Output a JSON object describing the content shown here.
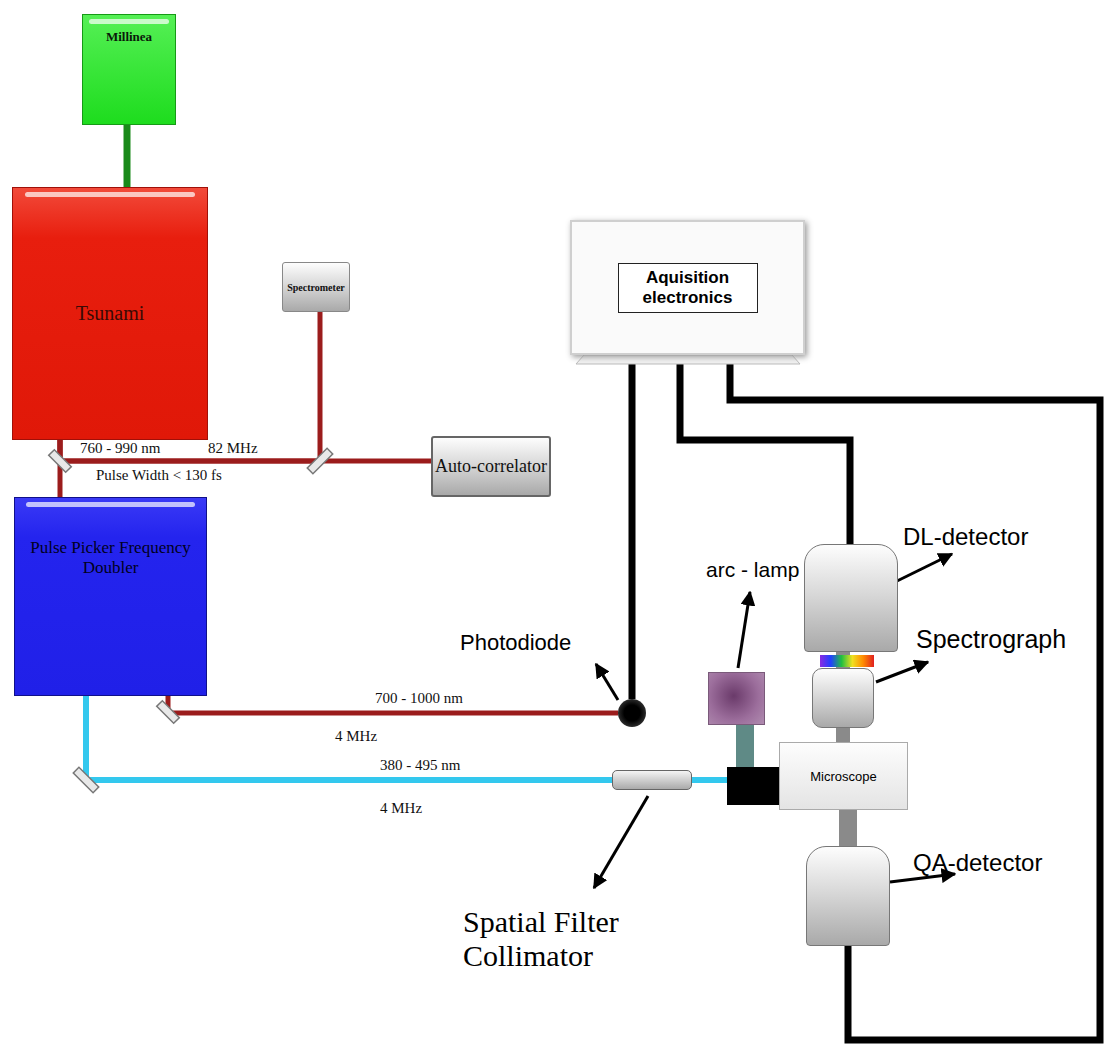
{
  "diagram": {
    "nodes": [
      {
        "text": [
          "Millinea"
        ]
      },
      {
        "text": [
          "Tsunami"
        ]
      },
      {
        "text": [
          "Spectrometer"
        ]
      },
      {
        "text": [
          "Auto-correlator"
        ]
      },
      {
        "text": [
          "Pulse Picker Frequency Doubler"
        ]
      },
      {
        "text": [
          "Aquisition electronics"
        ]
      },
      {
        "text": [
          "DL-detector"
        ]
      },
      {
        "text": [
          "arc - lamp"
        ]
      },
      {
        "text": [
          "Spectrograph"
        ]
      },
      {
        "text": [
          "Photodiode"
        ]
      },
      {
        "text": [
          "Microscope"
        ]
      },
      {
        "text": [
          "Spatial Filter Collimator"
        ]
      },
      {
        "text": [
          "QA-detector"
        ]
      }
    ],
    "edges": [
      {
        "from": 0,
        "to": 1,
        "arrow": "none"
      },
      {
        "from": 1,
        "to": 4,
        "arrow": "none"
      },
      {
        "from": 1,
        "to": 3,
        "arrow": "none"
      },
      {
        "from": 1,
        "to": 2,
        "arrow": "none"
      },
      {
        "from": 4,
        "to": 9,
        "arrow": "none"
      },
      {
        "from": 4,
        "to": 11,
        "arrow": "none"
      },
      {
        "from": 11,
        "to": 10,
        "arrow": "none"
      },
      {
        "from": 7,
        "to": 10,
        "arrow": "none"
      },
      {
        "from": 10,
        "to": 8,
        "arrow": "none"
      },
      {
        "from": 8,
        "to": 6,
        "arrow": "none"
      },
      {
        "from": 10,
        "to": 12,
        "arrow": "none"
      },
      {
        "from": 5,
        "to": 9,
        "arrow": "none"
      },
      {
        "from": 5,
        "to": 6,
        "arrow": "none"
      },
      {
        "from": 5,
        "to": 12,
        "arrow": "none"
      }
    ],
    "labels": [
      "760 - 990 nm",
      "82 MHz",
      "Pulse Width < 130 fs",
      "700 - 1000 nm",
      "4 MHz",
      "380 - 495 nm",
      "4 MHz"
    ]
  }
}
